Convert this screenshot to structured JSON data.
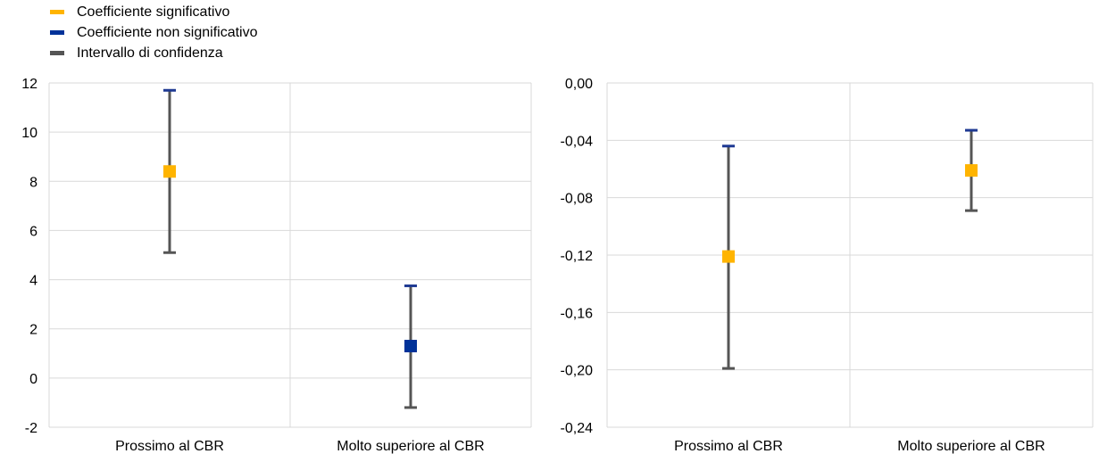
{
  "legend": {
    "significant": "Coefficiente significativo",
    "non_significant": "Coefficiente non significativo",
    "confidence_interval": "Intervallo di confidenza"
  },
  "colors": {
    "significant": "#FFB400",
    "non_significant": "#003299",
    "interval": "#555555",
    "cap": "#1F3A93",
    "grid": "#D9D9D9"
  },
  "chart_data": [
    {
      "type": "scatter",
      "categories": [
        "Prossimo al CBR",
        "Molto superiore al CBR"
      ],
      "ylim": [
        -2,
        12
      ],
      "yticks": [
        12,
        10,
        8,
        6,
        4,
        2,
        0,
        -2
      ],
      "ytick_labels": [
        "12",
        "10",
        "8",
        "6",
        "4",
        "2",
        "0",
        "-2"
      ],
      "points": [
        {
          "category": "Prossimo al CBR",
          "value": 8.4,
          "lower": 5.1,
          "upper": 11.7,
          "significant": true
        },
        {
          "category": "Molto superiore al CBR",
          "value": 1.3,
          "lower": -1.2,
          "upper": 3.75,
          "significant": false
        }
      ]
    },
    {
      "type": "scatter",
      "categories": [
        "Prossimo al CBR",
        "Molto superiore al CBR"
      ],
      "ylim": [
        -0.24,
        0
      ],
      "yticks": [
        0,
        -0.04,
        -0.08,
        -0.12,
        -0.16,
        -0.2,
        -0.24
      ],
      "ytick_labels": [
        "0,00",
        "-0,04",
        "-0,08",
        "-0,12",
        "-0,16",
        "-0,20",
        "-0,24"
      ],
      "points": [
        {
          "category": "Prossimo al CBR",
          "value": -0.121,
          "lower": -0.199,
          "upper": -0.044,
          "significant": true
        },
        {
          "category": "Molto superiore al CBR",
          "value": -0.061,
          "lower": -0.089,
          "upper": -0.033,
          "significant": true
        }
      ]
    }
  ]
}
